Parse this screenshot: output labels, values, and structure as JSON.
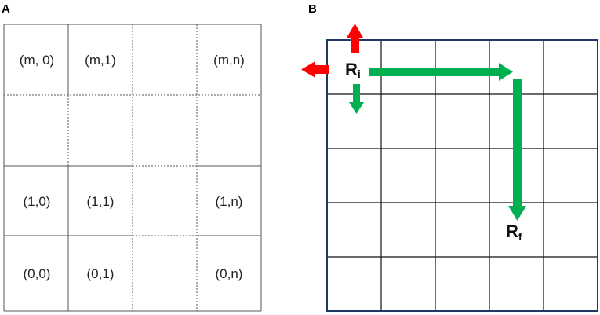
{
  "panel_a": {
    "label": "A",
    "cells": [
      {
        "text": "(m, 0)",
        "row": 0,
        "col": 0
      },
      {
        "text": "(m,1)",
        "row": 0,
        "col": 1
      },
      {
        "text": "(m,n)",
        "row": 0,
        "col": 3
      },
      {
        "text": "(1,0)",
        "row": 2,
        "col": 0
      },
      {
        "text": "(1,1)",
        "row": 2,
        "col": 1
      },
      {
        "text": "(1,n)",
        "row": 2,
        "col": 3
      },
      {
        "text": "(0,0)",
        "row": 3,
        "col": 0
      },
      {
        "text": "(0,1)",
        "row": 3,
        "col": 1
      },
      {
        "text": "(0,n)",
        "row": 3,
        "col": 3
      }
    ]
  },
  "panel_b": {
    "label": "B",
    "start_label": {
      "main": "R",
      "sub": "i"
    },
    "end_label": {
      "main": "R",
      "sub": "f"
    }
  },
  "colors": {
    "grid_line": "#555555",
    "frame": "#1f3864",
    "red_arrow": "#ff0000",
    "green_arrow": "#00b050"
  }
}
